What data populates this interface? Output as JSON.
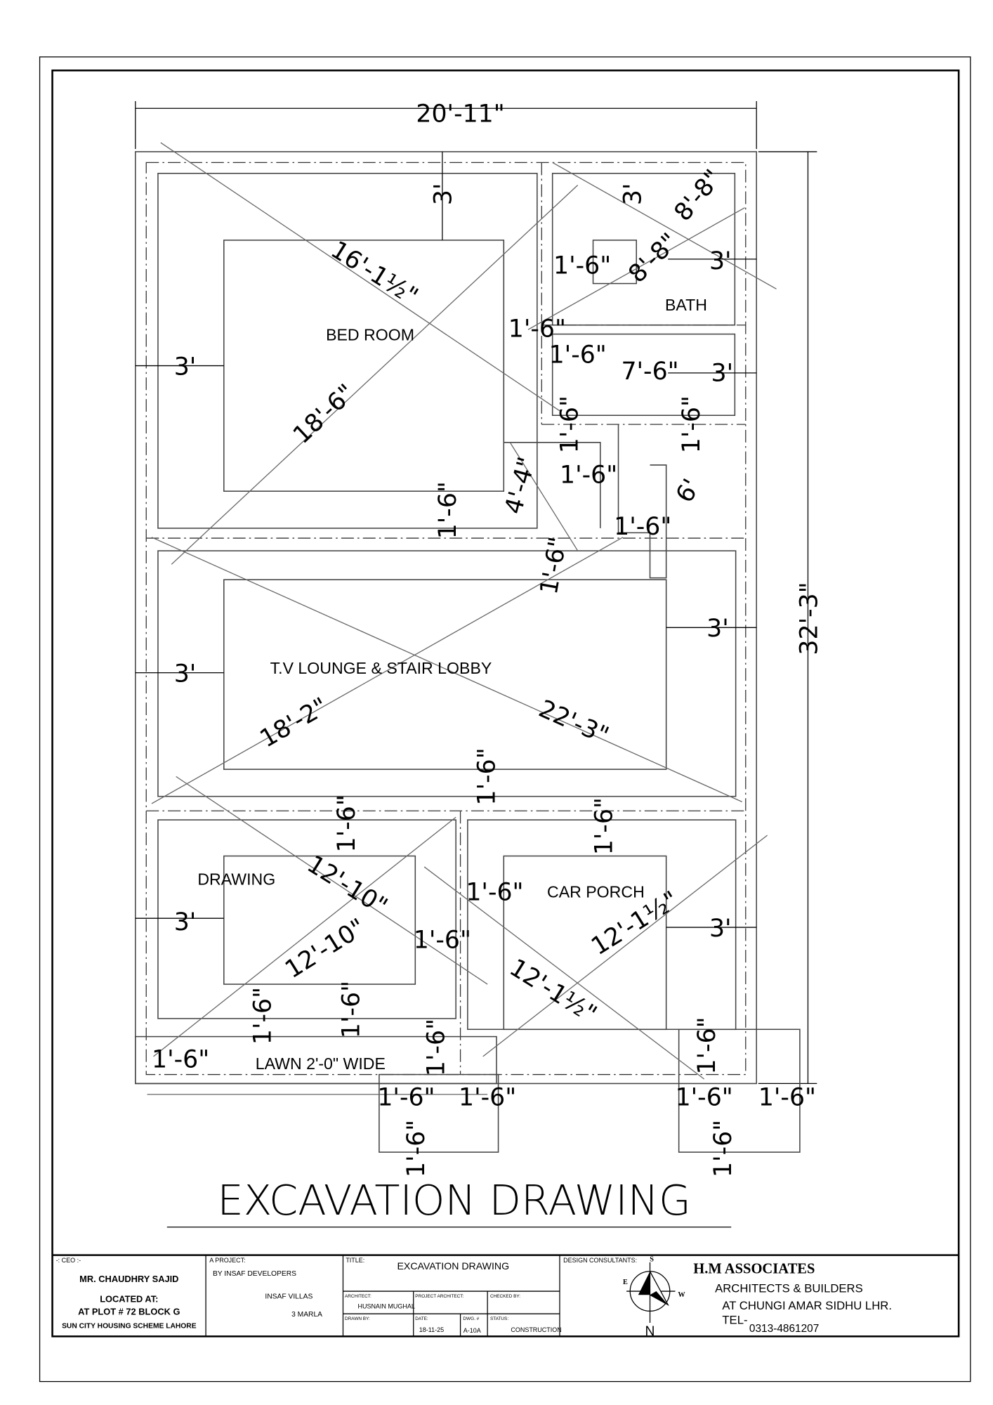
{
  "title": "EXCAVATION DRAWING",
  "rooms": {
    "bath": "BATH",
    "bedroom": "BED ROOM",
    "lounge": "T.V LOUNGE & STAIR LOBBY",
    "drawing": "DRAWING",
    "car_porch": "CAR PORCH",
    "lawn": "LAWN 2'-0\" WIDE"
  },
  "dims": [
    "20'-11\"",
    "3'",
    "3'",
    "8'-8\"",
    "16'-1½\"",
    "1'-6\"",
    "8'-8\"",
    "3'",
    "1'-6\"",
    "3'",
    "18'-6\"",
    "1'-6\"",
    "3'",
    "1'-6\"",
    "1'-6\"",
    "6'",
    "1'-6\"",
    "1'-6\"",
    "1'-6\"",
    "3'",
    "32'-3\"",
    "3'",
    "18'-2\"",
    "22'-3\"",
    "1'-6\"",
    "1'-6\"",
    "1'-6\"",
    "12'-10\"",
    "1'-6\"",
    "3'",
    "12'-10\"",
    "1'-6\"",
    "12'-1½\"",
    "3'",
    "12'-1½\"",
    "1'-6\"",
    "1'-6\"",
    "1'-6\"",
    "1'-6\"",
    "1'-6\"",
    "1'-6\"",
    "1'-6\"",
    "1'-6\"",
    "1'-6\"",
    "1'-6\"",
    "1'-6\"",
    "7'-6\"",
    "1'-6\"",
    "4'-4\""
  ],
  "title_block": {
    "ceo_label": "-: CEO :-",
    "ceo_name": "MR. CHAUDHRY SAJID",
    "located_label": "LOCATED AT:",
    "plot": "AT PLOT # 72 BLOCK G",
    "scheme": "SUN CITY HOUSING SCHEME LAHORE",
    "project_label": "A PROJECT:",
    "developer": "BY INSAF DEVELOPERS",
    "project_name": "INSAF VILLAS",
    "size": "3 MARLA",
    "title_label": "TITLE:",
    "title_value": "EXCAVATION DRAWING",
    "architect_label": "ARCHITECT:",
    "architect": "HUSNAIN MUGHAL",
    "project_architect_label": "PROJECT ARCHITECT:",
    "checked_label": "CHECKED BY:",
    "drawn_label": "DRAWN BY:",
    "date_label": "DATE:",
    "date": "18-11-25",
    "dwg_label": "DWG. #",
    "dwg": "A-10A",
    "status_label": "STATUS:",
    "status": "CONSTRUCTION",
    "consultants_label": "DESIGN CONSULTANTS:",
    "firm": "H.M  ASSOCIATES",
    "firm_sub": "ARCHITECTS & BUILDERS",
    "firm_addr": "AT CHUNGI AMAR SIDHU LHR.",
    "tel_label": "TEL-",
    "tel": "0313-4861207",
    "compass": {
      "s": "S",
      "e": "E",
      "w": "W",
      "n": "N"
    }
  }
}
